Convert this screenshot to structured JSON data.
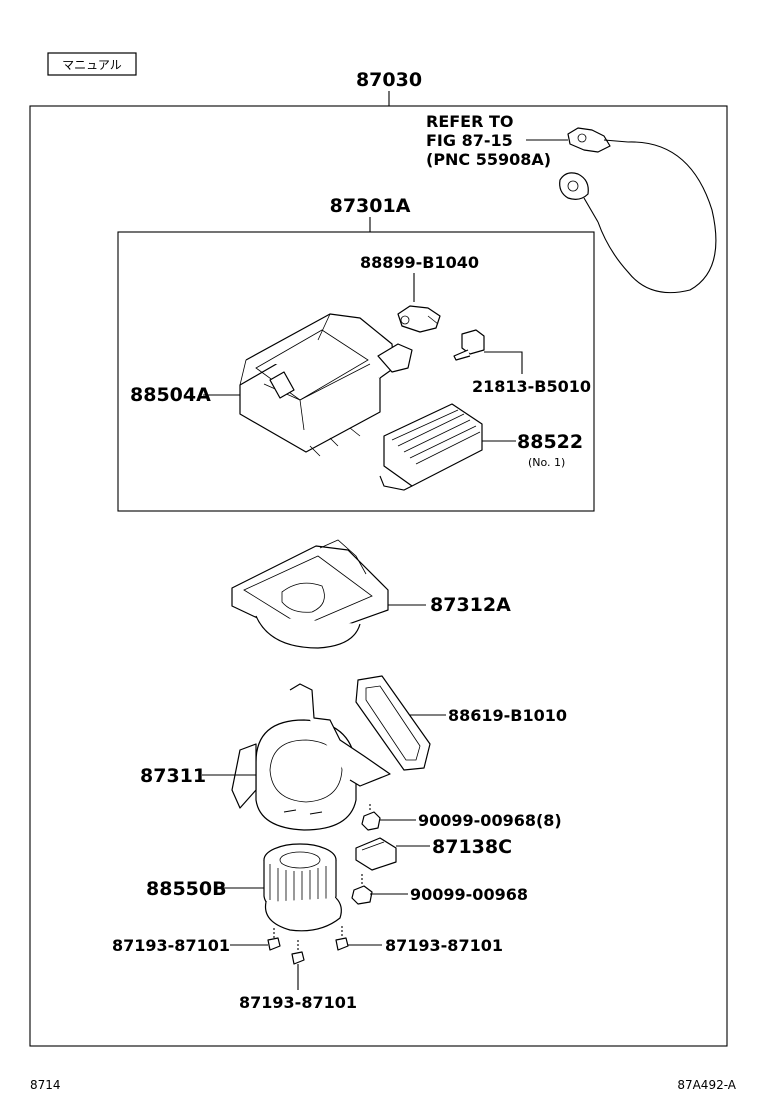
{
  "manual_tag": "マニュアル",
  "labels": {
    "assembly": "87030",
    "refer_1": "REFER TO",
    "refer_2": "FIG 87-15",
    "refer_3": "(PNC 55908A)",
    "sub_assembly": "87301A",
    "p_88899": "88899-B1040",
    "p_88504": "88504A",
    "p_21813": "21813-B5010",
    "p_88522": "88522",
    "p_88522_note": "(No. 1)",
    "p_87312": "87312A",
    "p_88619": "88619-B1010",
    "p_87311": "87311",
    "p_90099_8": "90099-00968(8)",
    "p_87138": "87138C",
    "p_88550": "88550B",
    "p_90099": "90099-00968",
    "p_87193_left": "87193-87101",
    "p_87193_right": "87193-87101",
    "p_87193_bottom": "87193-87101"
  },
  "footer": {
    "left": "8714",
    "right": "87A492-A"
  }
}
